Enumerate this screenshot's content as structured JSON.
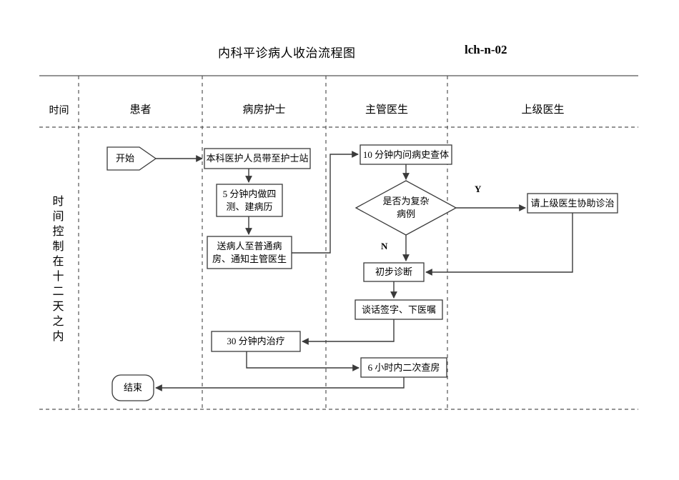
{
  "header": {
    "title": "内科平诊病人收治流程图",
    "code": "lch-n-02"
  },
  "lanes": [
    {
      "id": "time",
      "label": "时间"
    },
    {
      "id": "patient",
      "label": "患者"
    },
    {
      "id": "ward-nurse",
      "label": "病房护士"
    },
    {
      "id": "attending-doc",
      "label": "主管医生"
    },
    {
      "id": "senior-doc",
      "label": "上级医生"
    }
  ],
  "time_note": "时间控制在十二天之内",
  "nodes": {
    "start": "开始",
    "escort_to_nurse_station": "本科医护人员带至护士站",
    "four_measures": "5 分钟内做四\n测、建病历",
    "send_to_ward": "送病人至普通病\n房、通知主管医生",
    "history_exam": "10 分钟内问病史查体",
    "is_complex": "是否为复杂\n病例",
    "request_senior": "请上级医生协助诊治",
    "preliminary_diagnosis": "初步诊断",
    "talk_sign_orders": "谈话签字、下医嘱",
    "treat_30min": "30 分钟内治疗",
    "second_round_6h": "6 小时内二次查房",
    "end": "结束"
  },
  "branch_labels": {
    "yes": "Y",
    "no": "N"
  },
  "colors": {
    "line": "#3a3a3a",
    "divider": "#555555",
    "text": "#000000",
    "background": "#ffffff"
  }
}
